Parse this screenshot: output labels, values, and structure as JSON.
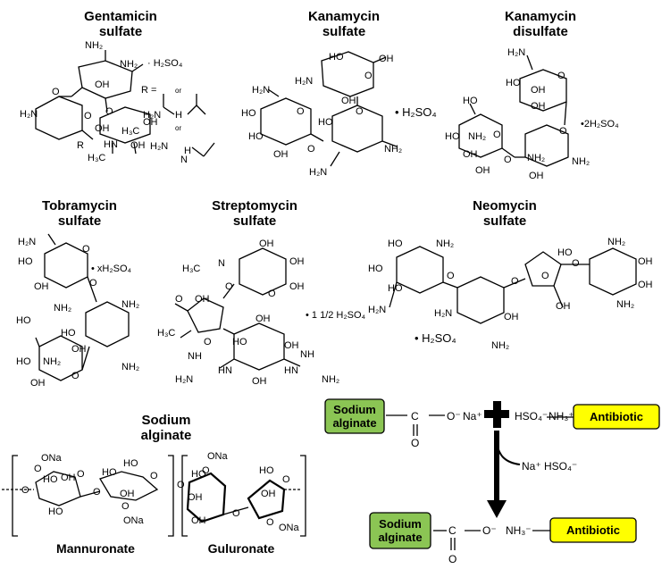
{
  "titles": {
    "gentamicin": [
      "Gentamicin",
      "sulfate"
    ],
    "kanamycin": [
      "Kanamycin",
      "sulfate"
    ],
    "kanamycin_di": [
      "Kanamycin",
      "disulfate"
    ],
    "tobramycin": [
      "Tobramycin",
      "sulfate"
    ],
    "streptomycin": [
      "Streptomycin",
      "sulfate"
    ],
    "neomycin": [
      "Neomycin",
      "sulfate"
    ],
    "alginate": [
      "Sodium",
      "alginate"
    ]
  },
  "salts": {
    "gentamicin": "· H₂SO₄",
    "kanamycin": "• H₂SO₄",
    "kanamycin_di": "•2H₂SO₄",
    "tobramycin": "• xH₂SO₄",
    "streptomycin": "• 1 1/2 H₂SO₄",
    "neomycin": "• H₂SO₄"
  },
  "gentamicin_r": {
    "label": "R =",
    "or1": "or",
    "or2": "or",
    "groups": [
      "H₂N",
      "H",
      "H₂N",
      "H",
      "N"
    ]
  },
  "atoms": {
    "nh2": "NH₂",
    "h2n": "H₂N",
    "oh": "OH",
    "ho": "HO",
    "o": "O",
    "r": "R",
    "h3c": "H₃C",
    "hn": "HN",
    "h3c_n": "H₃C",
    "nh": "N",
    "ona": "ONa",
    "h2n_eq": "H₂N",
    "nh_eq": "NH",
    "ch2_oh": "OH"
  },
  "alginate_labels": {
    "mannuronate": "Mannuronate",
    "guluronate": "Guluronate"
  },
  "reaction": {
    "sodium_alginate": [
      "Sodium",
      "alginate"
    ],
    "antibiotic": "Antibiotic",
    "carbonyl_c": "C",
    "carbonyl_o": "O",
    "o_minus": "O⁻",
    "na_plus": "Na⁺",
    "hso4": "HSO₄⁻",
    "nh3_plus": "NH₃⁺",
    "byproduct": "Na⁺  HSO₄⁻",
    "nh3_minus": "NH₃⁻"
  },
  "colors": {
    "alginate_box": "#8bc554",
    "antibiotic_box": "#ffff00",
    "line": "#000000"
  }
}
